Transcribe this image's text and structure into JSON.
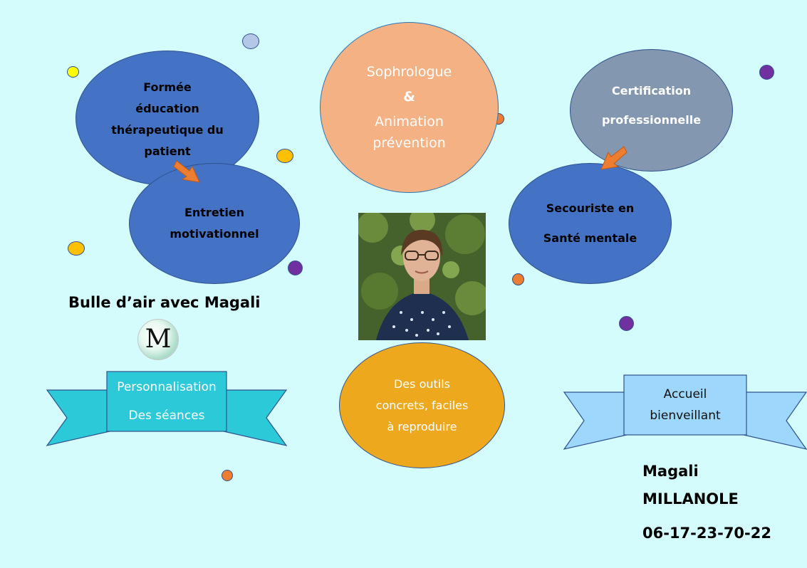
{
  "bubbles": {
    "formee": [
      "Formée",
      "éducation",
      "thérapeutique du",
      "patient"
    ],
    "entretien": [
      "Entretien",
      "motivationnel"
    ],
    "sophrologue": [
      "Sophrologue",
      "&",
      "Animation",
      "prévention"
    ],
    "certification": [
      "Certification",
      "professionnelle"
    ],
    "secouriste": [
      "Secouriste en",
      "Santé mentale"
    ],
    "outils": [
      "Des outils",
      "concrets, faciles",
      "à reproduire"
    ]
  },
  "brand": {
    "title": "Bulle d’air avec Magali",
    "logo_letter": "M"
  },
  "ribbons": {
    "left": [
      "Personnalisation",
      "Des séances"
    ],
    "right": [
      "Accueil",
      "bienveillant"
    ]
  },
  "contact": {
    "first_name": "Magali",
    "last_name": "MILLANOLE",
    "phone": "06-17-23-70-22"
  },
  "photo": {
    "icon": "portrait-photo"
  },
  "colors": {
    "background": "#d4fcfd",
    "bubble_blue": "#4472c4",
    "bubble_peach": "#f4b183",
    "bubble_slate": "#8497b0",
    "bubble_gold": "#eea81e",
    "ribbon_left": "#2ccad8",
    "ribbon_right": "#9dd7fb",
    "arrow_orange": "#ed7d31"
  }
}
